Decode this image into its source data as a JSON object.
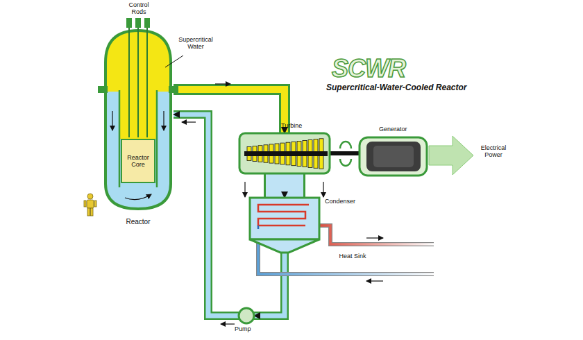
{
  "diagram": {
    "title": "SCWR",
    "nodes": [
      {
        "text": [
          "Reactor"
        ]
      },
      {
        "text": [
          "Reactor Core"
        ],
        "in": 0
      },
      {
        "text": [
          "Turbine"
        ]
      },
      {
        "text": [
          "Generator"
        ]
      },
      {
        "text": [
          "Condenser"
        ]
      },
      {
        "text": [
          "Pump"
        ]
      }
    ],
    "edges": [
      {
        "from": 0,
        "to": 2,
        "arrow": "to"
      },
      {
        "from": 2,
        "to": 3,
        "arrow": "none"
      },
      {
        "from": 2,
        "to": 4,
        "arrow": "to"
      },
      {
        "from": 4,
        "to": 5,
        "arrow": "to"
      },
      {
        "from": 5,
        "to": 0,
        "arrow": "to"
      }
    ],
    "labels": [
      "Control Rods",
      "Supercritical Water",
      "Supercritical-Water-Cooled Reactor",
      "Electrical Power",
      "Heat Sink"
    ]
  }
}
